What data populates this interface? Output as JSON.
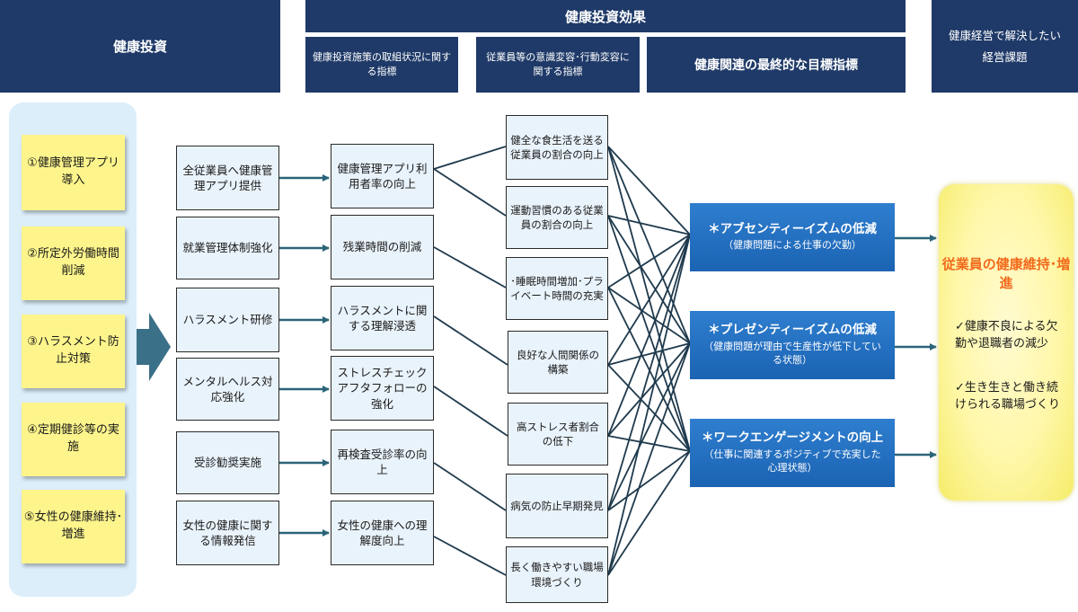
{
  "header": {
    "investment": "健康投資",
    "effect": "健康投資効果",
    "effect_sub1": "健康投資施策の取組状況に関する指標",
    "effect_sub2": "従業員等の意識変容･行動変容に関する指標",
    "effect_sub3": "健康関連の最終的な目標指標",
    "management": "健康経営で解決したい経営課題"
  },
  "investments": [
    "①健康管理アプリ導入",
    "②所定外労働時間削減",
    "③ハラスメント防止対策",
    "④定期健診等の実施",
    "⑤女性の健康維持･増進"
  ],
  "initiatives": [
    "全従業員へ健康管理アプリ提供",
    "就業管理体制強化",
    "ハラスメント研修",
    "メンタルヘルス対応強化",
    "受診勧奨実施",
    "女性の健康に関する情報発信"
  ],
  "awareness": [
    "健康管理アプリ利用者率の向上",
    "残業時間の削減",
    "ハラスメントに関する理解浸透",
    "ストレスチェックアフタフォローの強化",
    "再検査受診率の向上",
    "女性の健康への理解度向上"
  ],
  "outcomes": [
    "健全な食生活を送る従業員の割合の向上",
    "運動習慣のある従業員の割合の向上",
    "･睡眠時間増加･プライベート時間の充実",
    "良好な人間関係の構築",
    "高ストレス者割合の低下",
    "病気の防止早期発見",
    "長く働きやすい職場環境づくり"
  ],
  "final_indicators": [
    {
      "title": "＊アブセンティーイズムの低減",
      "sub": "（健康問題による仕事の欠勤）"
    },
    {
      "title": "＊プレゼンティーイズムの低減",
      "sub": "（健康問題が理由で生産性が低下している状態）"
    },
    {
      "title": "＊ワークエンゲージメントの向上",
      "sub": "（仕事に関連するポジティブで充実した心理状態）"
    }
  ],
  "goal": {
    "title": "従業員の健康維持･増進",
    "items": [
      "✓健康不良による欠勤や退職者の減少",
      "✓生き生きと働き続けられる職場づくり"
    ]
  },
  "colors": {
    "navy": "#1f3a68",
    "blue": "#1b63b3",
    "orange": "#f26a1b",
    "sticky": "#fdf58c",
    "arrow": "#2b6478"
  }
}
